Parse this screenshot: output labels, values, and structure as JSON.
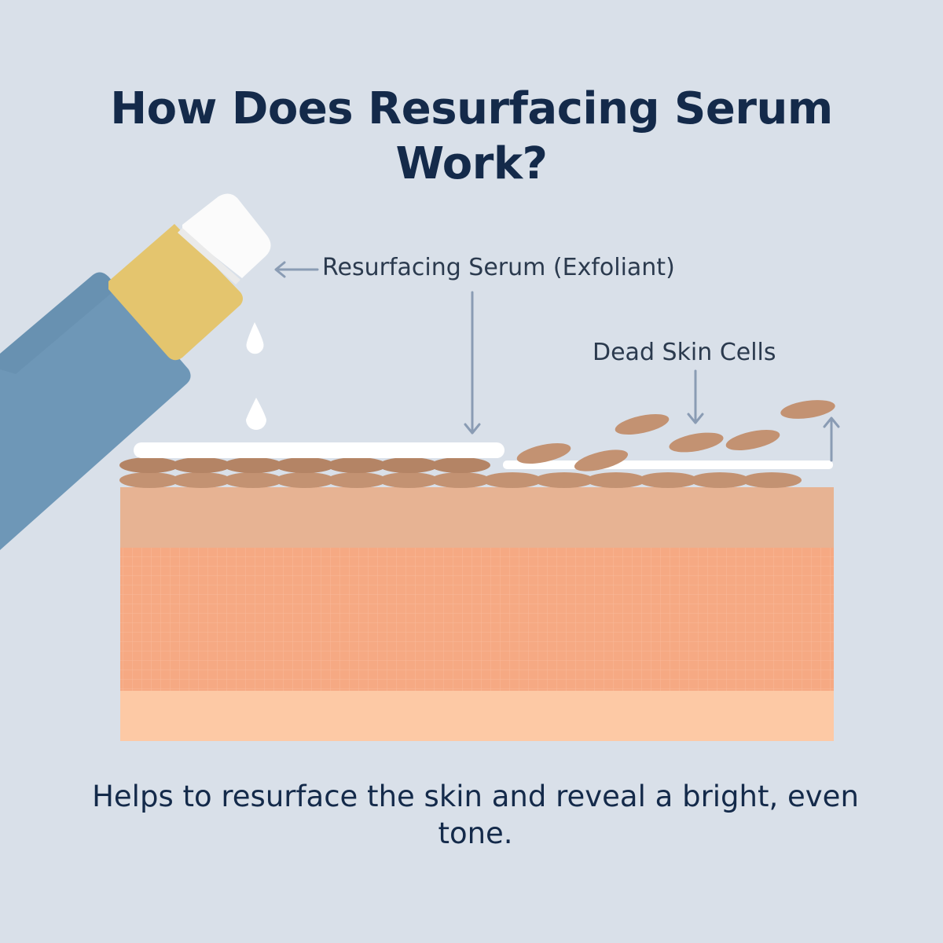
{
  "title": "How Does Resurfacing Serum Work?",
  "labels": {
    "serum": "Resurfacing Serum (Exfoliant)",
    "dead_cells": "Dead Skin Cells"
  },
  "caption": "Helps to resurface the skin and reveal a bright, even tone.",
  "colors": {
    "background": "#d9e0e9",
    "text": "#142a4a",
    "label_text": "#2b3a4e",
    "arrow": "#8a9cb4",
    "bottle_body": "#6e97b7",
    "bottle_body_shade": "#5f87a6",
    "bottle_collar": "#e4c56e",
    "bottle_cap": "#fbfbfb",
    "serum": "#ffffff",
    "cell": "#c39272",
    "cell_dark": "#b48465",
    "layer_top": "#e7b393",
    "layer_middle": "#f6a983",
    "layer_bottom": "#fdc9a5"
  },
  "icons": [
    "dropper-bottle-icon",
    "serum-drop-icon",
    "arrow-icon"
  ]
}
